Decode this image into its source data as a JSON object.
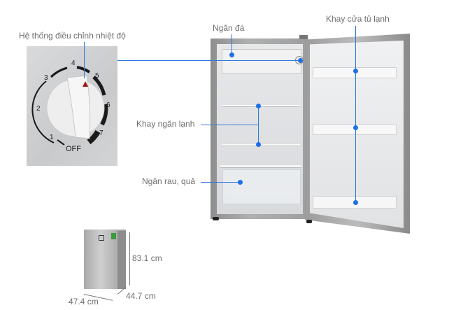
{
  "labels": {
    "thermostat": "Hệ thống điều chỉnh nhiệt độ",
    "freezer": "Ngăn đá",
    "door_tray": "Khay cửa tủ lạnh",
    "fridge_shelf": "Khay ngăn lạnh",
    "crisper": "Ngăn rau, quả"
  },
  "dial": {
    "numbers": [
      "1",
      "2",
      "3",
      "4",
      "5",
      "6",
      "7"
    ],
    "off_label": "OFF"
  },
  "dimensions": {
    "height": "83.1 cm",
    "width": "47.4 cm",
    "depth": "44.7 cm"
  },
  "colors": {
    "callout_line": "#2f7ae0",
    "callout_dot": "#1f6fe8",
    "label_text": "#6f6f6f",
    "steel": "#9a9a9a"
  }
}
